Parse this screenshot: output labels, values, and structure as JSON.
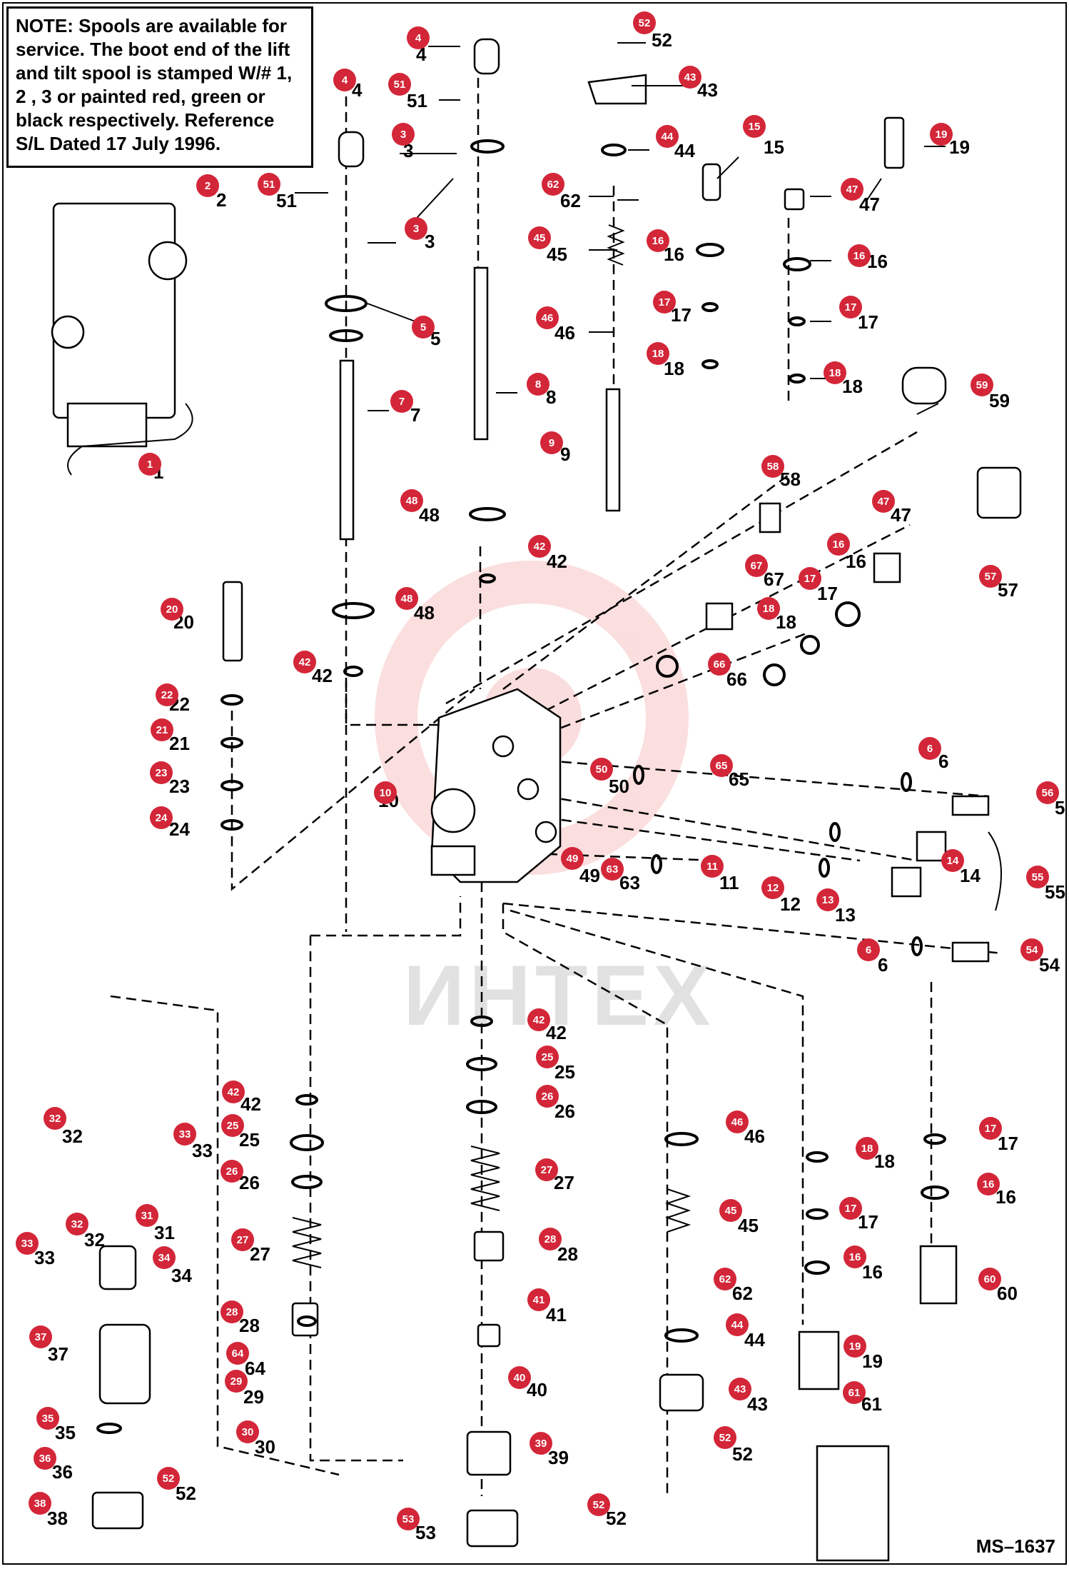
{
  "note": {
    "label": "NOTE:",
    "text": "Spools are available for service. The boot end of the lift and tilt spool is stamped W/# 1, 2 , 3 or painted red, green or black respectively. Reference S/L Dated 17 July 1996."
  },
  "drawing_id": "MS–1637",
  "watermark": "ИНТЕХ",
  "colors": {
    "callout": "#d32638",
    "line": "#000000",
    "watermark_red": "#f3c6c6"
  },
  "callouts": [
    {
      "n": "1"
    },
    {
      "n": "2"
    },
    {
      "n": "3"
    },
    {
      "n": "4"
    },
    {
      "n": "5"
    },
    {
      "n": "6"
    },
    {
      "n": "7"
    },
    {
      "n": "8"
    },
    {
      "n": "9"
    },
    {
      "n": "10"
    },
    {
      "n": "11"
    },
    {
      "n": "12"
    },
    {
      "n": "13"
    },
    {
      "n": "14"
    },
    {
      "n": "15"
    },
    {
      "n": "16"
    },
    {
      "n": "17"
    },
    {
      "n": "18"
    },
    {
      "n": "19"
    },
    {
      "n": "20"
    },
    {
      "n": "21"
    },
    {
      "n": "22"
    },
    {
      "n": "23"
    },
    {
      "n": "24"
    },
    {
      "n": "25"
    },
    {
      "n": "26"
    },
    {
      "n": "27"
    },
    {
      "n": "28"
    },
    {
      "n": "29"
    },
    {
      "n": "30"
    },
    {
      "n": "31"
    },
    {
      "n": "32"
    },
    {
      "n": "33"
    },
    {
      "n": "34"
    },
    {
      "n": "35"
    },
    {
      "n": "36"
    },
    {
      "n": "37"
    },
    {
      "n": "38"
    },
    {
      "n": "39"
    },
    {
      "n": "40"
    },
    {
      "n": "41"
    },
    {
      "n": "42"
    },
    {
      "n": "43"
    },
    {
      "n": "44"
    },
    {
      "n": "45"
    },
    {
      "n": "46"
    },
    {
      "n": "47"
    },
    {
      "n": "48"
    },
    {
      "n": "49"
    },
    {
      "n": "50"
    },
    {
      "n": "51"
    },
    {
      "n": "52"
    },
    {
      "n": "53"
    },
    {
      "n": "54"
    },
    {
      "n": "55"
    },
    {
      "n": "56"
    },
    {
      "n": "57"
    },
    {
      "n": "58"
    },
    {
      "n": "59"
    },
    {
      "n": "60"
    },
    {
      "n": "61"
    },
    {
      "n": "62"
    },
    {
      "n": "63"
    },
    {
      "n": "64"
    },
    {
      "n": "65"
    },
    {
      "n": "66"
    },
    {
      "n": "67"
    }
  ]
}
